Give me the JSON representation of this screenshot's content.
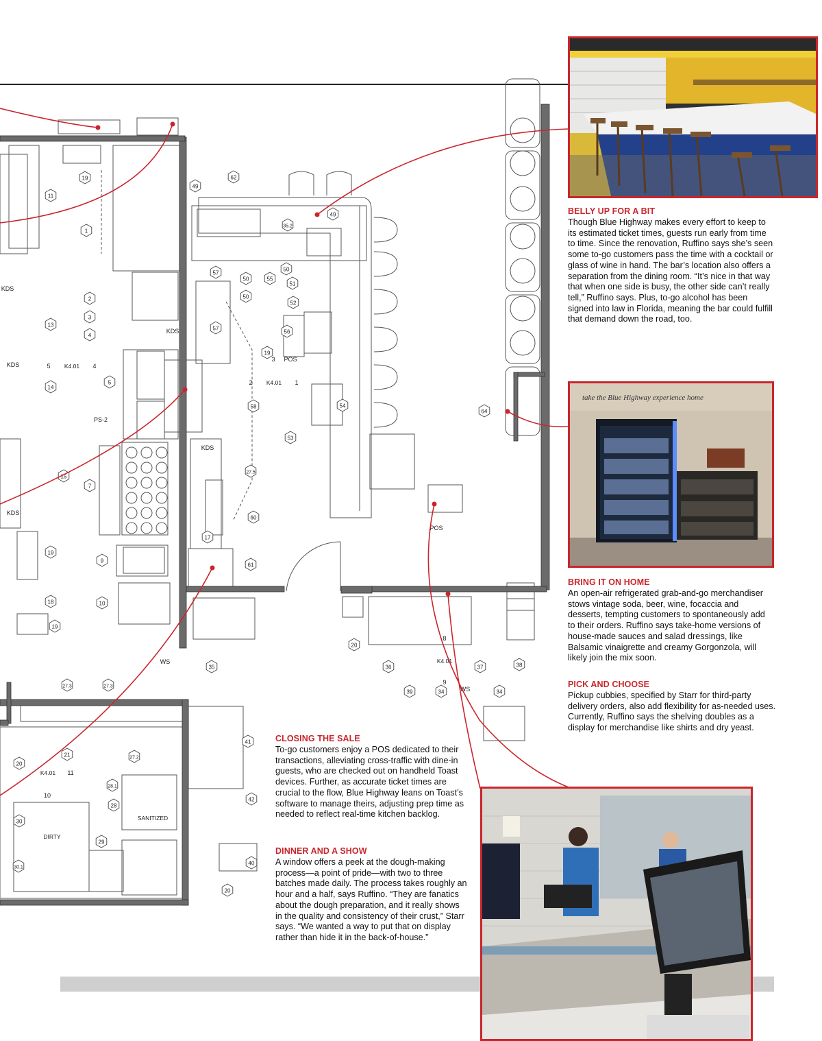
{
  "captions": {
    "belly": {
      "heading": "BELLY UP FOR A BIT",
      "body": "Though Blue Highway makes every effort to keep to its estimated ticket times, guests run early from time to time. Since the renovation, Ruffino says she’s seen some to-go customers pass the time with a cocktail or glass of wine in hand. The bar’s location also offers a separation from the dining room. “It’s nice in that way that when one side is busy, the other side can’t really tell,” Ruffino says. Plus, to-go alcohol has been signed into law in Florida, meaning the bar could fulfill that demand down the road, too."
    },
    "bring": {
      "heading": "BRING IT ON HOME",
      "body": "An open-air refrigerated grab-and-go merchandiser stows vintage soda, beer, wine, focaccia and desserts, tempting customers to spontaneously add to their orders. Ruffino says take-home versions of house-made sauces and salad dressings, like Balsamic vinaigrette and creamy Gorgonzola, will likely join the mix soon."
    },
    "pick": {
      "heading": "PICK AND CHOOSE",
      "body": "Pickup cubbies, specified by Starr for third-party delivery orders, also add flexibility for as-needed uses. Currently, Ruffino says the shelving doubles as a display for merchandise like shirts and dry yeast."
    },
    "closing": {
      "heading": "CLOSING THE SALE",
      "body": "To-go customers enjoy a POS dedicated to their transactions, alleviating cross-traffic with dine-in guests, who are checked out on handheld Toast devices. Further, as accurate ticket times are crucial to the flow, Blue Highway leans on Toast’s software to manage theirs, adjusting prep time as needed to reflect real-time kitchen backlog."
    },
    "dinner": {
      "heading": "DINNER AND A SHOW",
      "body": "A window offers a peek at the dough-making process—a point of pride—with two to three batches made daily. The process takes roughly an hour and a half, says Ruffino. “They are fanatics about the dough preparation, and it really shows in the quality and consistency of their crust,” Starr says. “We wanted a way to put that on display rather than hide it in the back-of-house.”"
    }
  },
  "photo_text": {
    "merch_wall": "take the Blue Highway experience home"
  },
  "plan_labels": {
    "tags": [
      {
        "t": "19"
      },
      {
        "t": "11"
      },
      {
        "t": "1"
      },
      {
        "t": "49"
      },
      {
        "t": "62"
      },
      {
        "t": "49"
      },
      {
        "t": "35.2"
      },
      {
        "t": "57"
      },
      {
        "t": "50"
      },
      {
        "t": "55"
      },
      {
        "t": "50"
      },
      {
        "t": "51"
      },
      {
        "t": "50"
      },
      {
        "t": "52"
      },
      {
        "t": "2"
      },
      {
        "t": "3"
      },
      {
        "t": "4"
      },
      {
        "t": "13"
      },
      {
        "t": "57"
      },
      {
        "t": "56"
      },
      {
        "t": "19"
      },
      {
        "t": "14"
      },
      {
        "t": "5"
      },
      {
        "t": "58"
      },
      {
        "t": "54"
      },
      {
        "t": "64"
      },
      {
        "t": "53"
      },
      {
        "t": "27.5"
      },
      {
        "t": "15"
      },
      {
        "t": "7"
      },
      {
        "t": "60"
      },
      {
        "t": "17"
      },
      {
        "t": "19"
      },
      {
        "t": "9"
      },
      {
        "t": "61"
      },
      {
        "t": "18"
      },
      {
        "t": "10"
      },
      {
        "t": "19"
      },
      {
        "t": "20"
      },
      {
        "t": "35"
      },
      {
        "t": "36"
      },
      {
        "t": "37"
      },
      {
        "t": "38"
      },
      {
        "t": "39"
      },
      {
        "t": "34"
      },
      {
        "t": "34"
      },
      {
        "t": "27.3"
      },
      {
        "t": "27.3"
      },
      {
        "t": "41"
      },
      {
        "t": "20"
      },
      {
        "t": "21"
      },
      {
        "t": "27.2"
      },
      {
        "t": "28.1"
      },
      {
        "t": "42"
      },
      {
        "t": "28"
      },
      {
        "t": "30"
      },
      {
        "t": "29"
      },
      {
        "t": "40"
      },
      {
        "t": "30.1"
      },
      {
        "t": "20"
      }
    ],
    "texts": [
      {
        "t": "KDS"
      },
      {
        "t": "KDS"
      },
      {
        "t": "KDS"
      },
      {
        "t": "KDS"
      },
      {
        "t": "KDS"
      },
      {
        "t": "POS"
      },
      {
        "t": "POS"
      },
      {
        "t": "PS-2"
      },
      {
        "t": "WS"
      },
      {
        "t": "WS"
      },
      {
        "t": "K4.01"
      },
      {
        "t": "K4.01"
      },
      {
        "t": "K4.01"
      },
      {
        "t": "K4.01"
      },
      {
        "t": "5"
      },
      {
        "t": "4"
      },
      {
        "t": "2"
      },
      {
        "t": "1"
      },
      {
        "t": "3"
      },
      {
        "t": "8"
      },
      {
        "t": "9"
      },
      {
        "t": "11"
      },
      {
        "t": "10"
      },
      {
        "t": "DIRTY"
      },
      {
        "t": "SANITIZED"
      }
    ]
  }
}
